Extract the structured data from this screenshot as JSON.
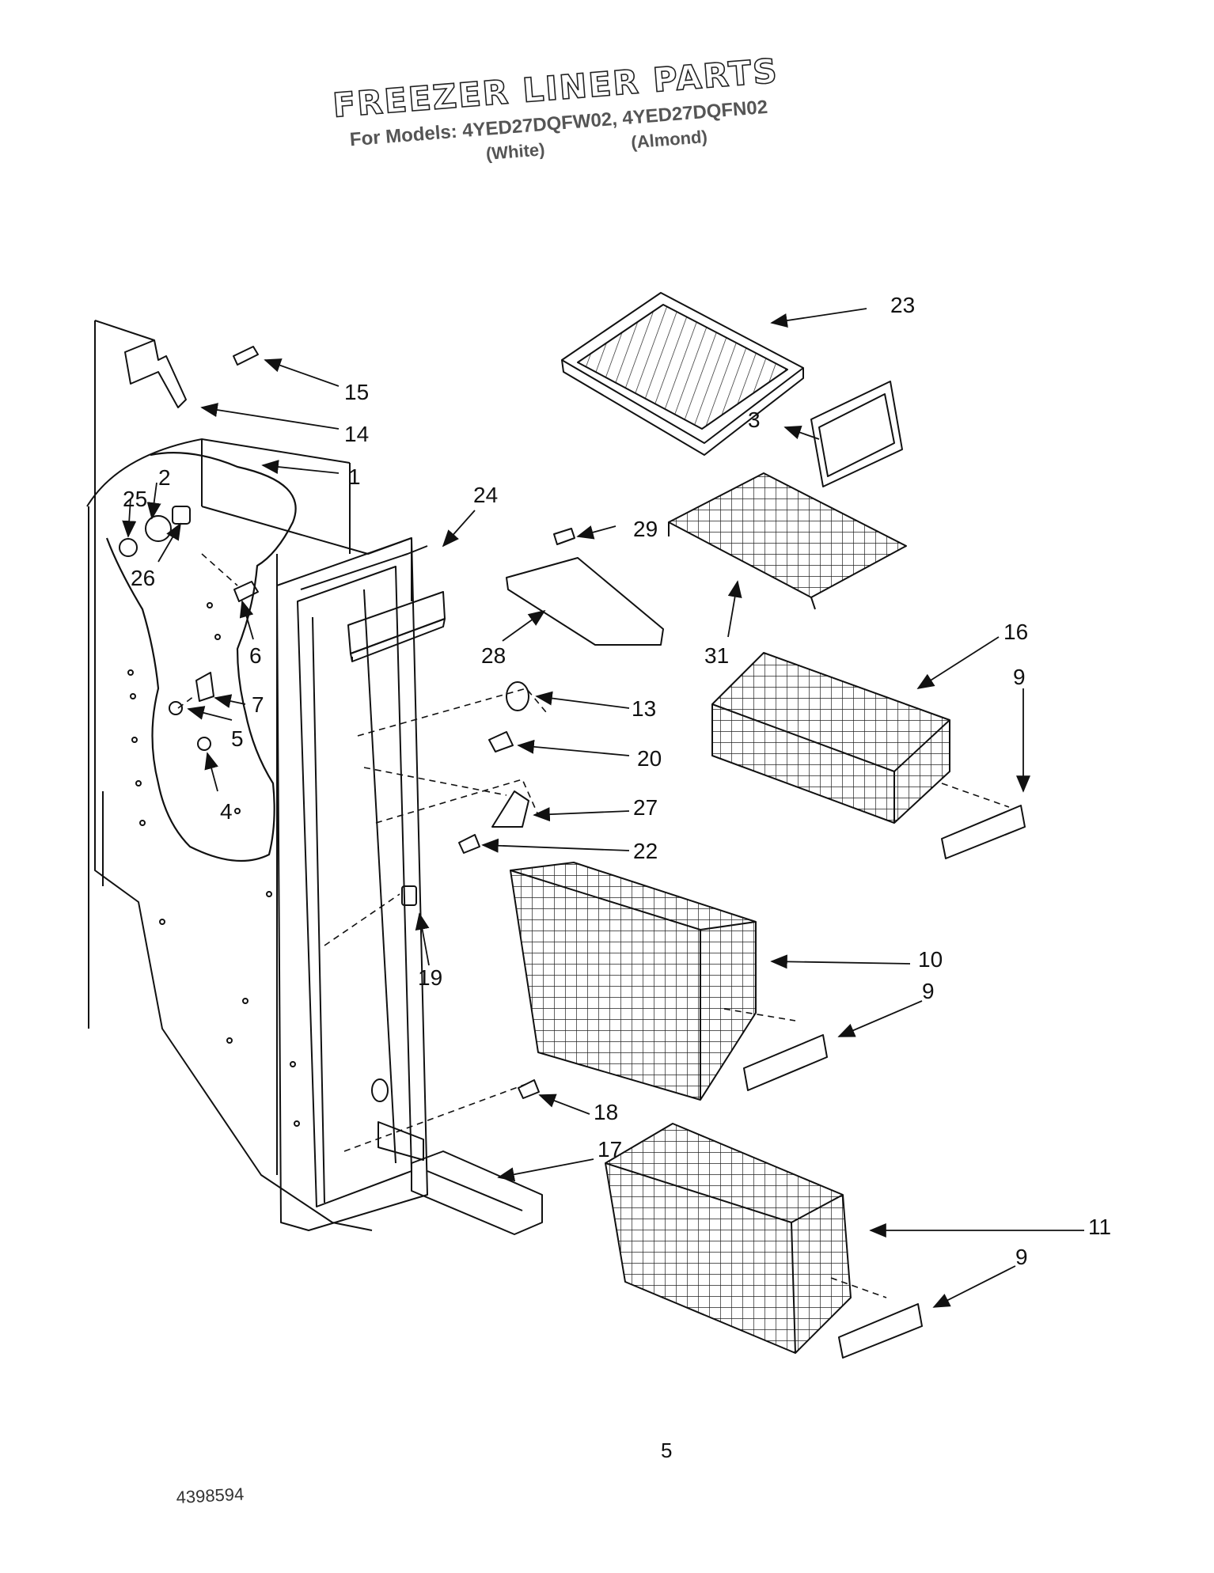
{
  "title": {
    "main": "FREEZER LINER PARTS",
    "models": "For Models: 4YED27DQFW02, 4YED27DQFN02",
    "white": "(White)",
    "almond": "(Almond)"
  },
  "callouts": {
    "c1": "1",
    "c2": "2",
    "c3": "3",
    "c4": "4",
    "c5": "5",
    "c6": "6",
    "c7": "7",
    "c9a": "9",
    "c9b": "9",
    "c9c": "9",
    "c10": "10",
    "c11": "11",
    "c13": "13",
    "c14": "14",
    "c15": "15",
    "c16": "16",
    "c17": "17",
    "c18": "18",
    "c19": "19",
    "c20": "20",
    "c22": "22",
    "c23": "23",
    "c24": "24",
    "c25": "25",
    "c26": "26",
    "c27": "27",
    "c28": "28",
    "c29": "29",
    "c31": "31"
  },
  "footer": {
    "page_number": "5",
    "doc_number": "4398594"
  }
}
